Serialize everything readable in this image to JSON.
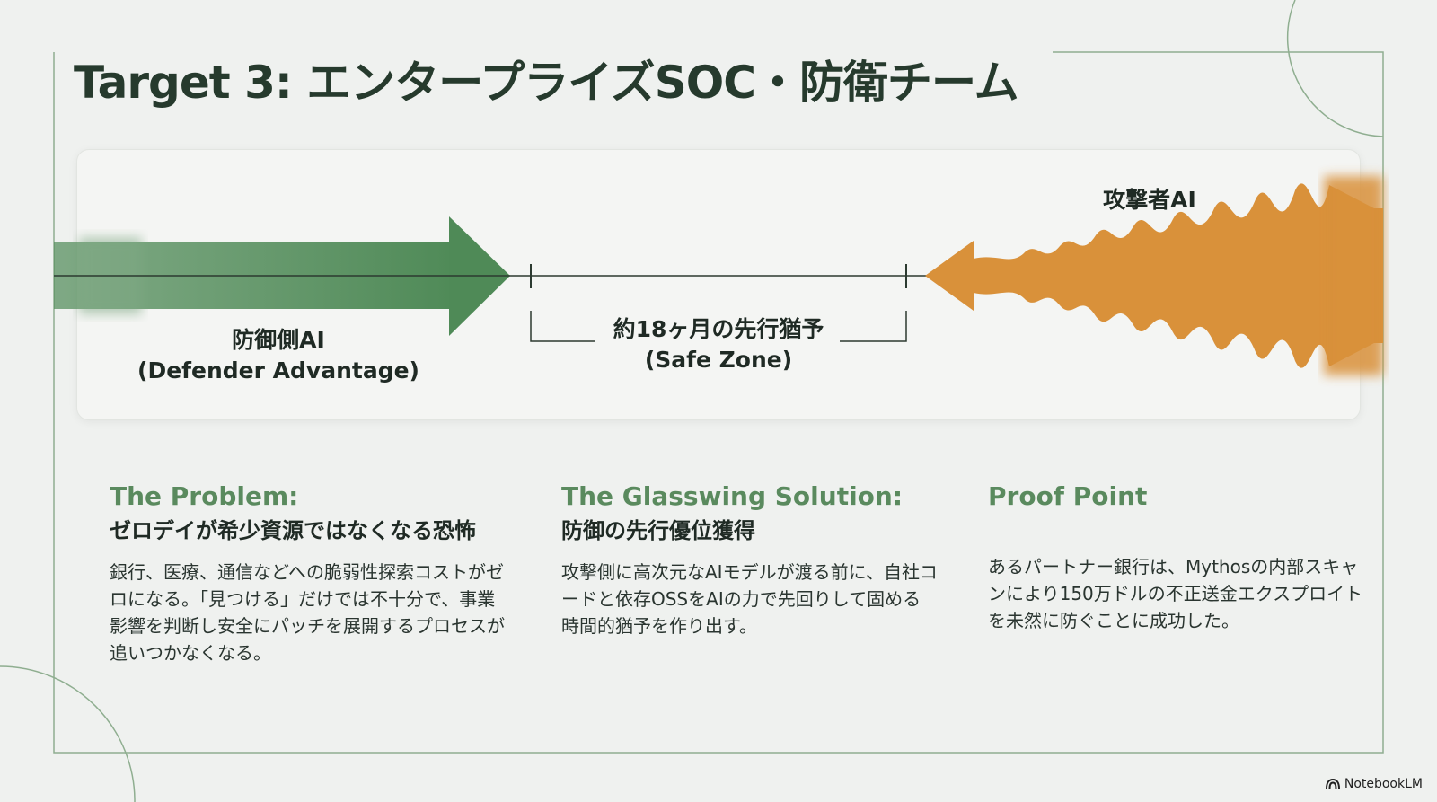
{
  "slide": {
    "title": "Target 3: エンタープライズSOC・防衛チーム"
  },
  "diagram": {
    "defender_label": "防御側AI",
    "defender_sublabel": "(Defender Advantage)",
    "safe_zone_label": "約18ヶ月の先行猶予",
    "safe_zone_sublabel": "(Safe Zone)",
    "attacker_label": "攻撃者AI",
    "colors": {
      "defender": "#4f8a57",
      "attacker": "#d9913a",
      "frame": "#8fae90"
    }
  },
  "columns": [
    {
      "heading": "The Problem:",
      "subheading": "ゼロデイが希少資源ではなくなる恐怖",
      "body": "銀行、医療、通信などへの脆弱性探索コストがゼロになる。「見つける」だけでは不十分で、事業影響を判断し安全にパッチを展開するプロセスが追いつかなくなる。"
    },
    {
      "heading": "The Glasswing Solution:",
      "subheading": "防御の先行優位獲得",
      "body": "攻撃側に高次元なAIモデルが渡る前に、自社コードと依存OSSをAIの力で先回りして固める時間的猶予を作り出す。"
    },
    {
      "heading": "Proof Point",
      "body": "あるパートナー銀行は、Mythosの内部スキャンにより150万ドルの不正送金エクスプロイトを未然に防ぐことに成功した。"
    }
  ],
  "footer": {
    "brand": "NotebookLM",
    "brand_icon": "notebooklm-logo-icon"
  }
}
